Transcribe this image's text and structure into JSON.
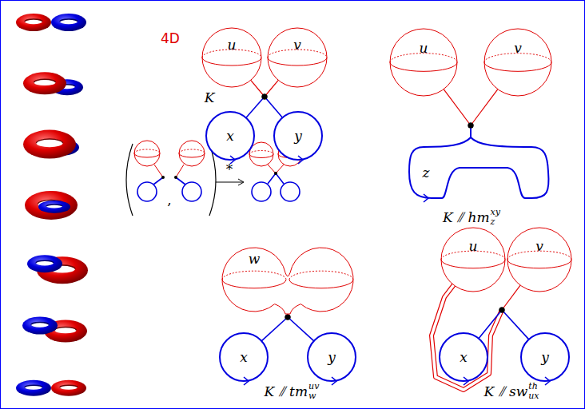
{
  "diagram": {
    "nodes": [
      {
        "text": [
          "u"
        ]
      },
      {
        "text": [
          "v"
        ]
      },
      {
        "text": [
          "x"
        ]
      },
      {
        "text": [
          "y"
        ]
      },
      {
        "text": [
          "u"
        ]
      },
      {
        "text": [
          "v"
        ]
      },
      {
        "text": [
          "z"
        ]
      },
      {
        "text": [
          "w"
        ]
      },
      {
        "text": [
          "x"
        ]
      },
      {
        "text": [
          "y"
        ]
      },
      {
        "text": [
          "u"
        ]
      },
      {
        "text": [
          "v"
        ]
      },
      {
        "text": [
          "x"
        ]
      },
      {
        "text": [
          "y"
        ]
      }
    ],
    "edges": [
      {
        "from": 0,
        "to": 3,
        "arrow": "none"
      },
      {
        "from": 1,
        "to": 2,
        "arrow": "none"
      },
      {
        "from": 4,
        "to": 6,
        "arrow": "none"
      },
      {
        "from": 5,
        "to": 6,
        "arrow": "none"
      },
      {
        "from": 7,
        "to": 8,
        "arrow": "none"
      },
      {
        "from": 7,
        "to": 9,
        "arrow": "none"
      },
      {
        "from": 10,
        "to": 13,
        "arrow": "none"
      },
      {
        "from": 11,
        "to": 12,
        "arrow": "none"
      }
    ],
    "labels": [
      "4D",
      "K",
      ",",
      "*",
      "K ⫽ hm",
      "xy",
      "z",
      "K ⫽ tm",
      "uv",
      "w",
      "K ⫽ sw",
      "th",
      "ux"
    ]
  }
}
